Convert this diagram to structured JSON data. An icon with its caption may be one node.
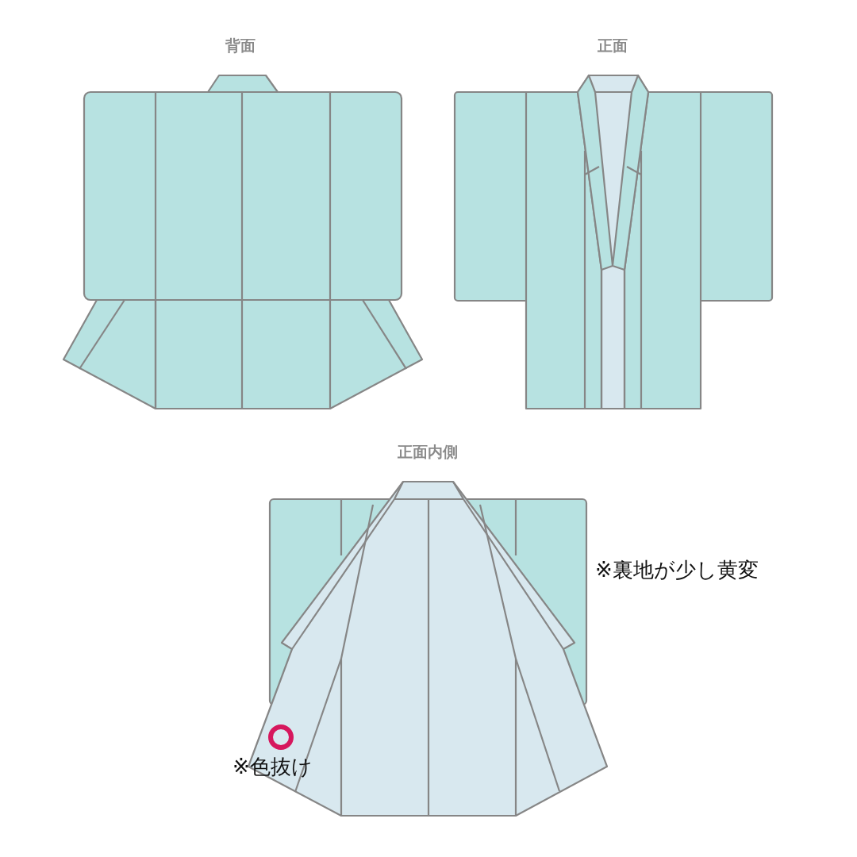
{
  "diagram": {
    "labels": [
      "背面",
      "正面",
      "正面内側",
      "※裏地が少し黄変",
      "※色抜け"
    ]
  }
}
